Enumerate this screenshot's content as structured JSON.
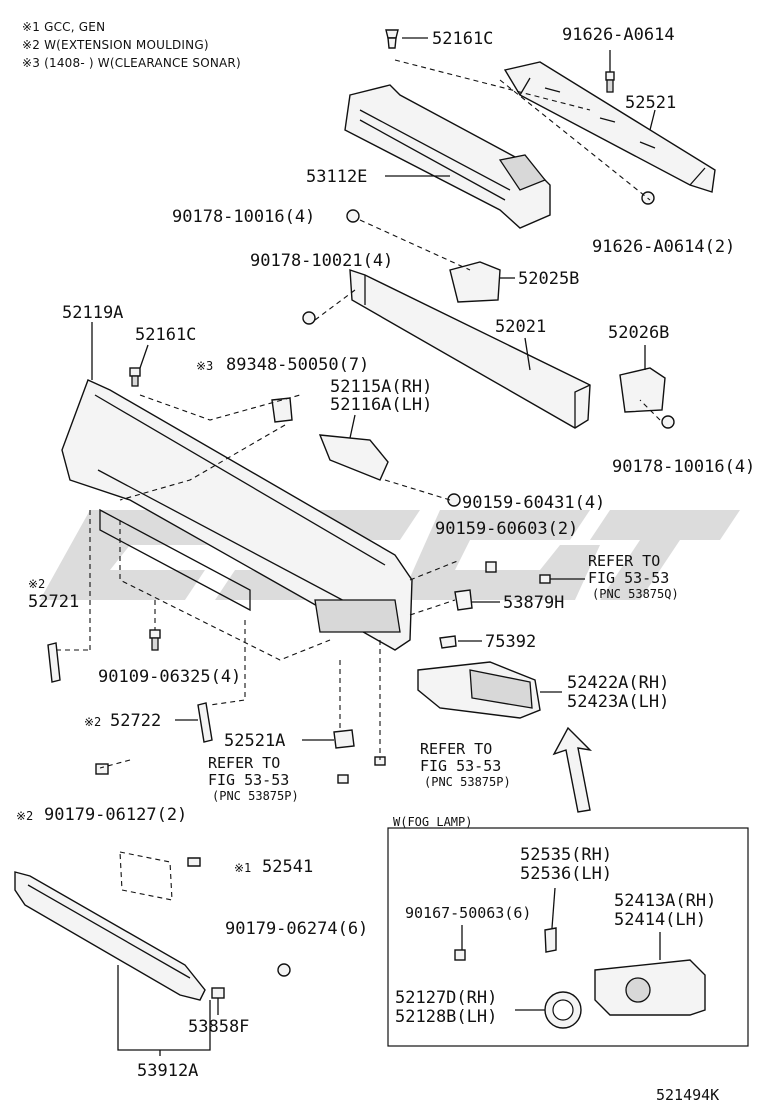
{
  "notes": [
    "※1 GCC, GEN",
    "※2 W(EXTENSION MOULDING)",
    "※3 (1408-        ) W(CLEARANCE SONAR)"
  ],
  "labels": {
    "p52161C_top": "52161C",
    "p91626_A0614": "91626-A0614",
    "p52521": "52521",
    "p53112E": "53112E",
    "p90178_10016_a": "90178-10016(4)",
    "p91626_A0614_2": "91626-A0614(2)",
    "p90178_10021": "90178-10021(4)",
    "p52025B": "52025B",
    "p52119A": "52119A",
    "p52021": "52021",
    "p52026B": "52026B",
    "p52161C_left": "52161C",
    "p89348_pre": "※3",
    "p89348": "89348-50050(7)",
    "p52115A": "52115A(RH)",
    "p52116A": "52116A(LH)",
    "p90178_10016_b": "90178-10016(4)",
    "p90159_60431": "90159-60431(4)",
    "p90159_60603": "90159-60603(2)",
    "refer1_a": "REFER TO",
    "refer1_b": "FIG 53-53",
    "refer1_c": "(PNC 53875Q)",
    "p52721_pre": "※2",
    "p52721": "52721",
    "p53879H": "53879H",
    "p75392": "75392",
    "p90109": "90109-06325(4)",
    "p52422A": "52422A(RH)",
    "p52423A": "52423A(LH)",
    "p52722_pre": "※2",
    "p52722": "52722",
    "p52521A": "52521A",
    "refer2_a": "REFER TO",
    "refer2_b": "FIG 53-53",
    "refer2_c": "(PNC 53875P)",
    "refer3_a": "REFER TO",
    "refer3_b": "FIG 53-53",
    "refer3_c": "(PNC 53875P)",
    "p90179_06127_pre": "※2",
    "p90179_06127": "90179-06127(2)",
    "fog_title": "W(FOG LAMP)",
    "p52535": "52535(RH)",
    "p52536": "52536(LH)",
    "p52541_pre": "※1",
    "p52541": "52541",
    "p90167": "90167-50063(6)",
    "p52413A": "52413A(RH)",
    "p52414": "52414(LH)",
    "p90179_06274": "90179-06274(6)",
    "p52127D": "52127D(RH)",
    "p52128B": "52128B(LH)",
    "p53858F": "53858F",
    "p53912A": "53912A",
    "diagram_id": "521494K"
  }
}
